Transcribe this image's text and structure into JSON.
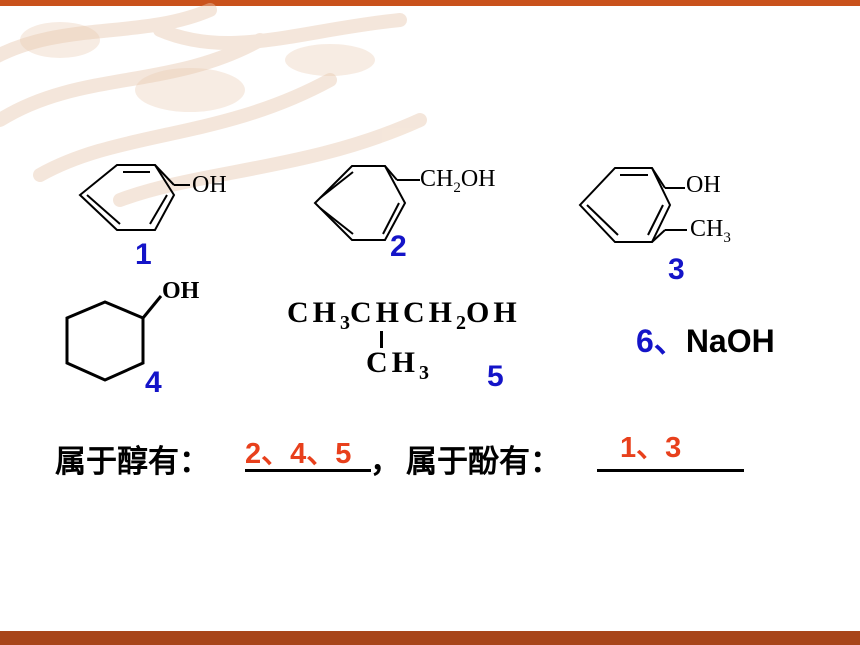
{
  "colors": {
    "accent_bar": "#C9521C",
    "bottom_bar": "#A8451A",
    "number_blue": "#1414C8",
    "answer_red": "#E8401C",
    "text_black": "#000000",
    "decor": "#E8C9B0"
  },
  "compounds": [
    {
      "number": "1",
      "group1": "OH"
    },
    {
      "number": "2",
      "group1_main": "CH",
      "group1_sub": "2",
      "group1_tail": "OH"
    },
    {
      "number": "3",
      "group1": "OH",
      "group2_main": "CH",
      "group2_sub": "3"
    },
    {
      "number": "4",
      "group1": "OH"
    },
    {
      "number": "5",
      "line1_a": "CH",
      "line1_a_sub": "3",
      "line1_b": "CHCH",
      "line1_b_sub": "2",
      "line1_c": "OH",
      "line2_a": "CH",
      "line2_a_sub": "3"
    },
    {
      "label": "6、NaOH"
    }
  ],
  "question": {
    "alcohol_prefix": "属于醇有：",
    "separator": "，",
    "phenol_prefix": "属于酚有：",
    "alcohol_answer": "2、4、5",
    "phenol_answer": "1、3"
  }
}
